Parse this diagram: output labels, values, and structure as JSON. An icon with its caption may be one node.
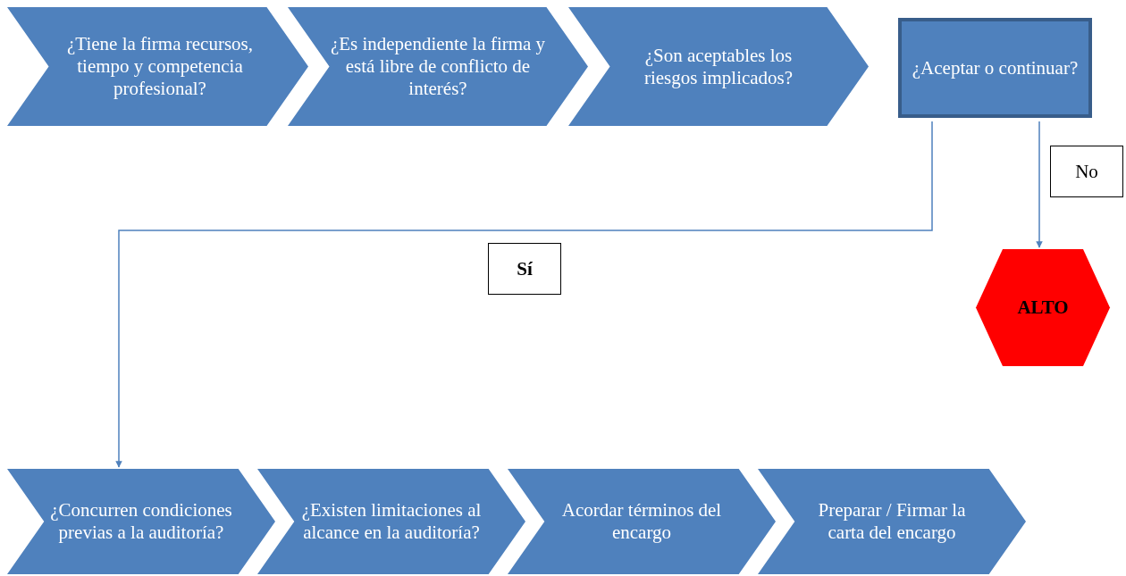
{
  "diagram": {
    "nodes": [
      {
        "text": [
          "¿Tiene la firma recursos, tiempo y competencia profesional?"
        ]
      },
      {
        "text": [
          "¿Es independiente la firma y está libre de conflicto de interés?"
        ]
      },
      {
        "text": [
          "¿Son aceptables los riesgos implicados?"
        ]
      },
      {
        "text": [
          "¿Aceptar o continuar?"
        ]
      },
      {
        "text": [
          "ALTO"
        ]
      },
      {
        "text": [
          "¿Concurren condiciones previas a la auditoría?"
        ]
      },
      {
        "text": [
          "¿Existen limitaciones al alcance en la auditoría?"
        ]
      },
      {
        "text": [
          "Acordar términos del encargo"
        ]
      },
      {
        "text": [
          "Preparar / Firmar la carta del encargo"
        ]
      }
    ],
    "edges": [
      {
        "from": 3,
        "to": 5,
        "arrow": "to",
        "label": "Sí"
      },
      {
        "from": 3,
        "to": 4,
        "arrow": "to",
        "label": "No"
      }
    ]
  }
}
